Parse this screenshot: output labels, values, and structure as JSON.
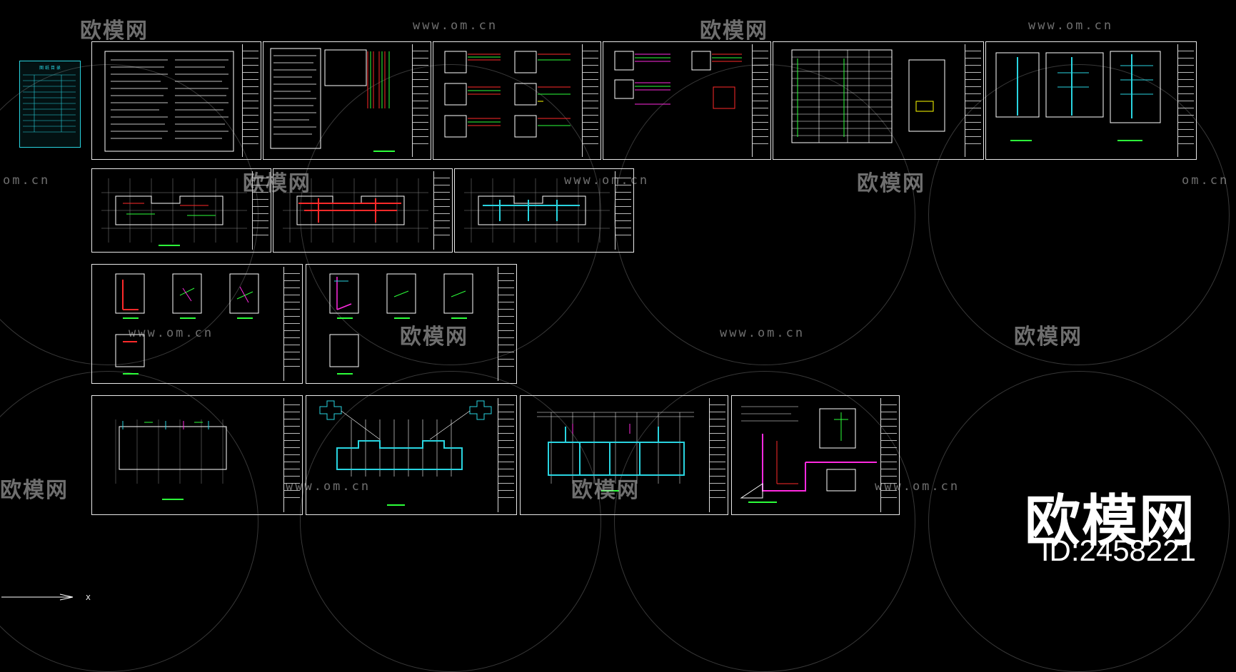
{
  "watermark": {
    "brand": "欧模网",
    "url": "www.om.cn",
    "url_fragment": "om.cn"
  },
  "logo": {
    "brand": "欧模网",
    "id_text": "ID:2458221"
  },
  "thumbnail": {
    "title": "图 纸 目 录"
  },
  "colors": {
    "background": "#000000",
    "sheet_border": "#e8e8e8",
    "cyan": "#29d4e0",
    "red": "#ff2a2a",
    "green": "#2cff3a",
    "magenta": "#ff2ae0",
    "white_line": "#ffffff"
  }
}
